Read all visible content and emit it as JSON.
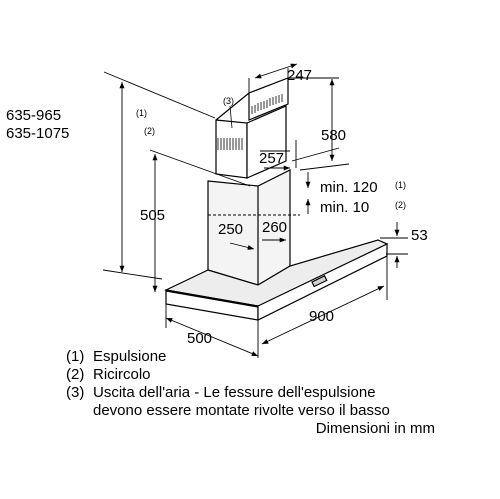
{
  "diagram": {
    "labels": {
      "height_range_1": "635-965",
      "height_range_2": "635-1075",
      "note_1": "(1)",
      "note_2": "(2)",
      "note_3": "(3)",
      "chimney_width": "247",
      "upper_chimney_height": "580",
      "upper_depth": "257",
      "min_120": "min. 120",
      "min_10": "min. 10",
      "lower_chimney_height": "505",
      "lower_width": "250",
      "lower_depth": "260",
      "hood_thickness": "53",
      "hood_depth": "500",
      "hood_width": "900"
    }
  },
  "legend": {
    "items": [
      {
        "num": "(1)",
        "text": "Espulsione"
      },
      {
        "num": "(2)",
        "text": "Ricircolo"
      },
      {
        "num": "(3)",
        "text": "Uscita dell'aria - Le fessure dell'espulsione"
      }
    ],
    "continuation": "devono essere montate rivolte verso il basso",
    "units": "Dimensioni in mm"
  }
}
